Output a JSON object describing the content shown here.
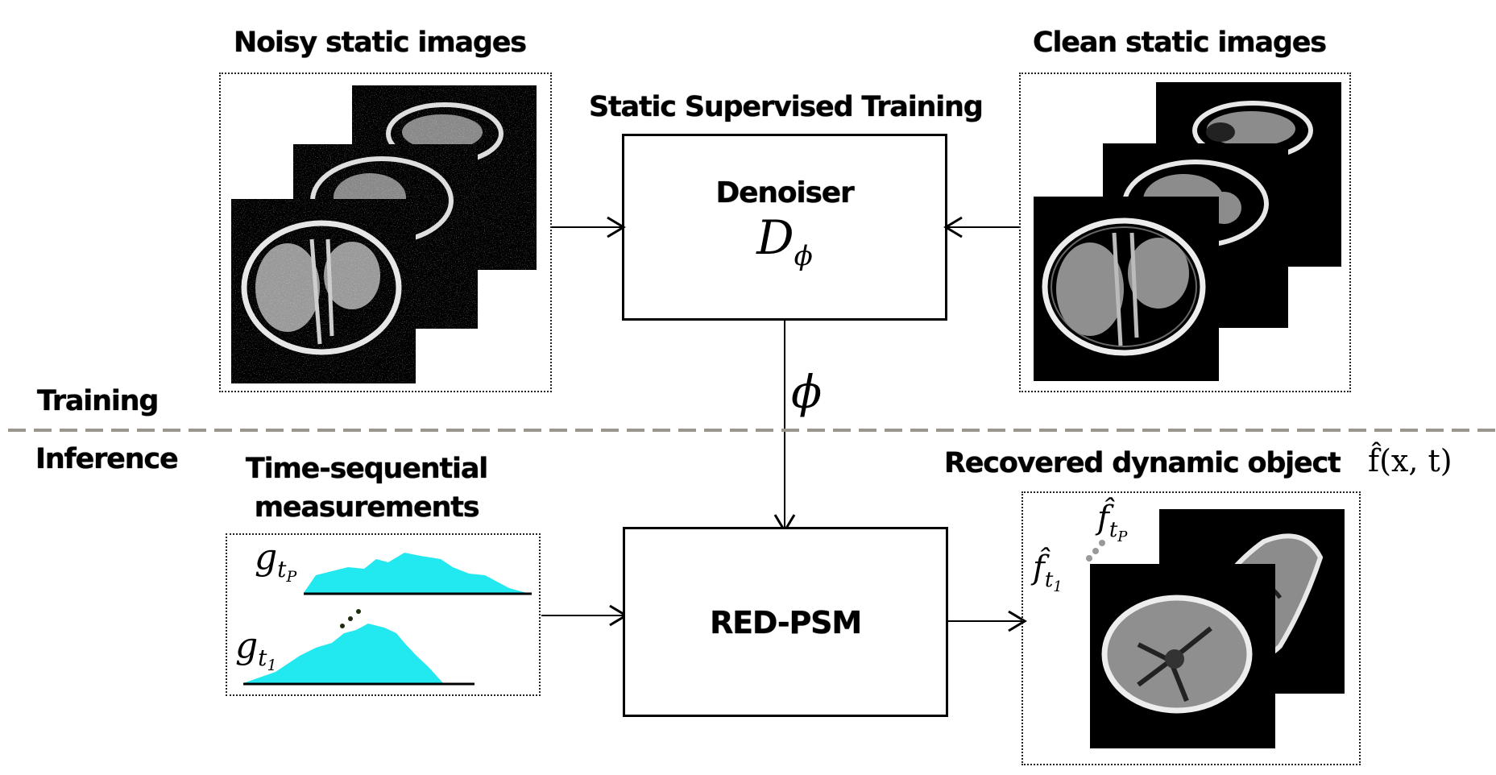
{
  "training": {
    "label": "Training",
    "noisy_title": "Noisy static images",
    "clean_title": "Clean static images",
    "supervised_title": "Static Supervised Training",
    "denoiser_label": "Denoiser",
    "denoiser_symbol": "D",
    "denoiser_subscript": "ϕ",
    "phi_label": "ϕ"
  },
  "inference": {
    "label": "Inference",
    "measurements_title_line1": "Time-sequential",
    "measurements_title_line2": "measurements",
    "g_top_symbol": "g",
    "g_top_sub": "t",
    "g_top_subsub": "P",
    "g_bottom_symbol": "g",
    "g_bottom_sub": "t",
    "g_bottom_subsub": "1",
    "red_psm_label": "RED-PSM",
    "recovered_title": "Recovered dynamic object",
    "recovered_math": "f̂(x, t)",
    "f_top_symbol": "f̂",
    "f_top_sub": "t",
    "f_top_subsub": "P",
    "f_bottom_symbol": "f̂",
    "f_bottom_sub": "t",
    "f_bottom_subsub": "1"
  },
  "colors": {
    "measurement_fill": "#22e8f0",
    "divider": "#9a968e"
  }
}
